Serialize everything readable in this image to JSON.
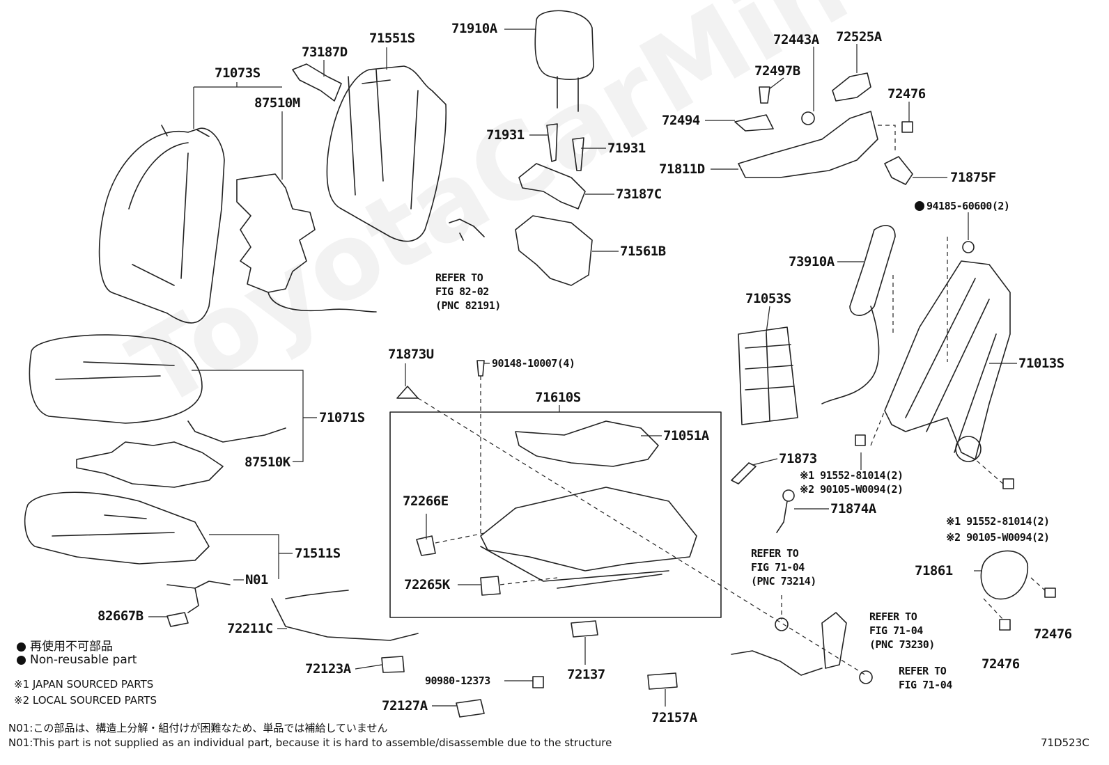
{
  "labels": {
    "p71910A": "71910A",
    "p71551S": "71551S",
    "p73187D": "73187D",
    "p71073S": "71073S",
    "p87510M": "87510M",
    "p71931a": "71931",
    "p71931b": "71931",
    "p73187C": "73187C",
    "p71561B": "71561B",
    "ref8202_1": "REFER TO",
    "ref8202_2": "FIG 82-02",
    "ref8202_3": "(PNC 82191)",
    "p72443A": "72443A",
    "p72525A": "72525A",
    "p72497B": "72497B",
    "p72476a": "72476",
    "p72494": "72494",
    "p71811D": "71811D",
    "p71875F": "71875F",
    "p94185": "94185-60600(2)",
    "p73910A": "73910A",
    "p71053S": "71053S",
    "p71013S": "71013S",
    "p71873U": "71873U",
    "p90148": "90148-10007(4)",
    "p71610S": "71610S",
    "p71051A": "71051A",
    "p71071S": "71071S",
    "p87510K": "87510K",
    "p71873": "71873",
    "p91552a": "※1 91552-81014(2)",
    "p90105a": "※2 90105-W0094(2)",
    "p71874A": "71874A",
    "p72266E": "72266E",
    "p72265K": "72265K",
    "p71511S": "71511S",
    "pN01": "N01",
    "ref7104a_1": "REFER TO",
    "ref7104a_2": "FIG 71-04",
    "ref7104a_3": "(PNC 73214)",
    "p91552b": "※1 91552-81014(2)",
    "p90105b": "※2 90105-W0094(2)",
    "p71861": "71861",
    "p72476b": "72476",
    "p72476c": "72476",
    "p82667B": "82667B",
    "p72211C": "72211C",
    "ref7104b_1": "REFER TO",
    "ref7104b_2": "FIG 71-04",
    "ref7104b_3": "(PNC 73230)",
    "p72123A": "72123A",
    "p90980": "90980-12373",
    "p72137": "72137",
    "p72127A": "72127A",
    "p72157A": "72157A",
    "ref7104c_1": "REFER TO",
    "ref7104c_2": "FIG 71-04"
  },
  "legend": {
    "jp_nonreusable": "再使用不可部品",
    "en_nonreusable": "Non-reusable part",
    "japan_sourced": "※1 JAPAN SOURCED PARTS",
    "local_sourced": "※2 LOCAL SOURCED PARTS"
  },
  "footnotes": {
    "n01_jp": "N01:この部品は、構造上分解・組付けが困難なため、単品では補給していません",
    "n01_en": "N01:This part is not supplied as an individual part, because it is hard to assemble/disassemble due to the structure"
  },
  "figure_code": "71D523C",
  "watermark": "ToyotaCarMiner.ru"
}
